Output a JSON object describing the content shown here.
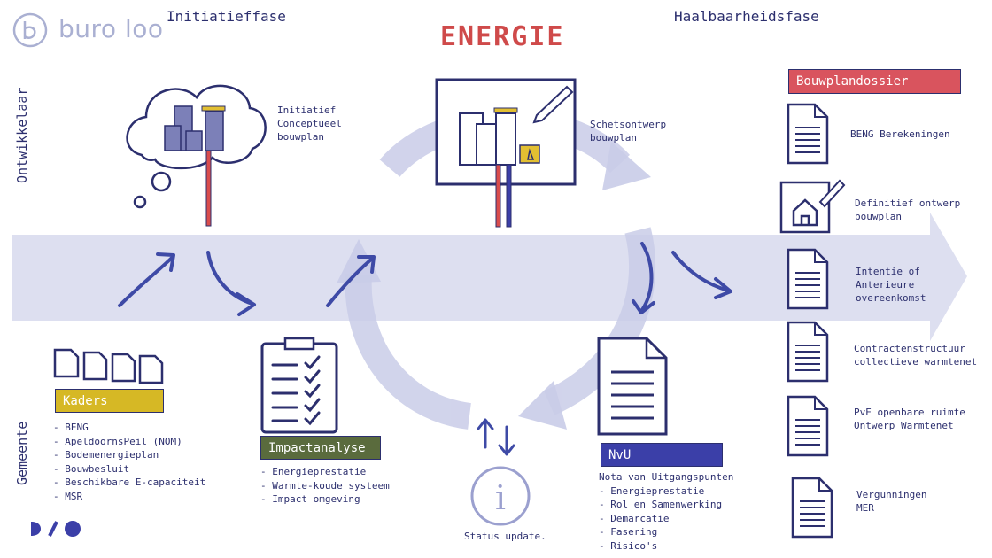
{
  "brand": {
    "name": "buro loo"
  },
  "header": {
    "phase_left": "Initiatieffase",
    "phase_right": "Haalbaarheidsfase",
    "title": "ENERGIE"
  },
  "sides": {
    "top": "Ontwikkelaar",
    "bottom": "Gemeente"
  },
  "colors": {
    "title_red": "#cf4a4a",
    "navy": "#2c2f6e",
    "band": "#d9dbee",
    "kaders": "#d6b825",
    "impact": "#5a6b3d",
    "nvu": "#3b3fa8",
    "bouwplan": "#d9545e"
  },
  "initiatief": {
    "label": "Initiatief\nConceptueel\nbouwplan"
  },
  "schets": {
    "label": "Schetsontwerp\nbouwplan"
  },
  "kaders": {
    "title": "Kaders",
    "items": [
      "BENG",
      "ApeldoornsPeil (NOM)",
      "Bodemenergieplan",
      "Bouwbesluit",
      "Beschikbare E-capaciteit",
      "MSR"
    ]
  },
  "impact": {
    "title": "Impactanalyse",
    "items": [
      "Energieprestatie",
      "Warmte-koude systeem",
      "Impact omgeving"
    ]
  },
  "status": {
    "label": "Status update."
  },
  "nvu": {
    "title": "NvU",
    "subtitle": "Nota van Uitgangspunten",
    "items": [
      "Energieprestatie",
      "Rol en Samenwerking",
      "Demarcatie",
      "Fasering",
      "Risico's"
    ]
  },
  "bouwplan": {
    "title": "Bouwplandossier",
    "docs": [
      {
        "label": "BENG Berekeningen",
        "icon": "document-icon"
      },
      {
        "label": "Definitief ontwerp\nbouwplan",
        "icon": "blueprint-icon"
      },
      {
        "label": "Intentie of\nAnterieure\novereenkomst",
        "icon": "document-icon"
      },
      {
        "label": "Contractenstructuur\ncollectieve warmtenet",
        "icon": "document-icon"
      },
      {
        "label": "PvE openbare ruimte\nOntwerp Warmtenet",
        "icon": "document-icon"
      },
      {
        "label": "Vergunningen\nMER",
        "icon": "document-icon"
      }
    ]
  }
}
